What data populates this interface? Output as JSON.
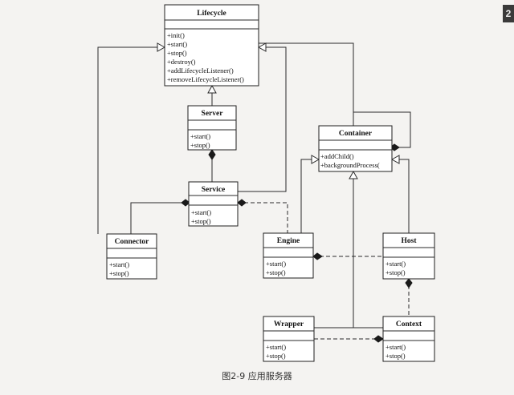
{
  "classes": {
    "lifecycle": {
      "name": "Lifecycle",
      "methods": [
        "+init()",
        "+start()",
        "+stop()",
        "+destroy()",
        "+addLifecycleListener()",
        "+removeLifecycleListener()"
      ]
    },
    "server": {
      "name": "Server",
      "methods": [
        "+start()",
        "+stop()"
      ]
    },
    "service": {
      "name": "Service",
      "methods": [
        "+start()",
        "+stop()"
      ]
    },
    "connector": {
      "name": "Connector",
      "methods": [
        "+start()",
        "+stop()"
      ]
    },
    "container": {
      "name": "Container",
      "methods": [
        "+addChild()",
        "+backgroundProcess("
      ]
    },
    "engine": {
      "name": "Engine",
      "methods": [
        "+start()",
        "+stop()"
      ]
    },
    "host": {
      "name": "Host",
      "methods": [
        "+start()",
        "+stop()"
      ]
    },
    "wrapper": {
      "name": "Wrapper",
      "methods": [
        "+start()",
        "+stop()"
      ]
    },
    "context": {
      "name": "Context",
      "methods": [
        "+start()",
        "+stop()"
      ]
    }
  },
  "caption": "图2-9    应用服务器",
  "page_marker": "2"
}
